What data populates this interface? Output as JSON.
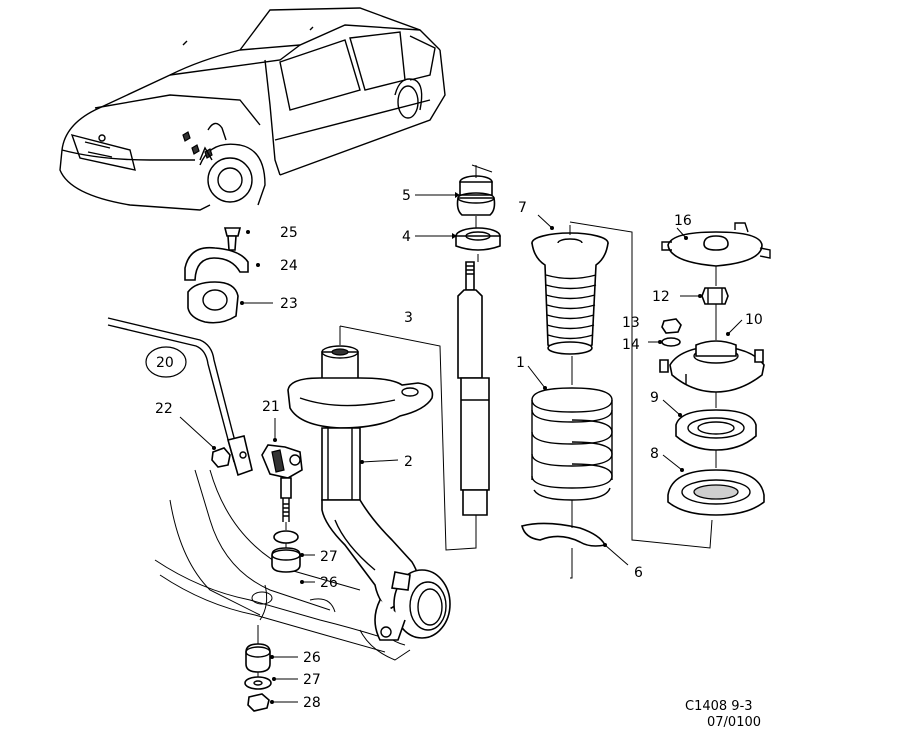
{
  "callouts": {
    "c1": "1",
    "c2": "2",
    "c3": "3",
    "c4": "4",
    "c5": "5",
    "c6": "6",
    "c7": "7",
    "c8": "8",
    "c9": "9",
    "c10": "10",
    "c12": "12",
    "c13": "13",
    "c14": "14",
    "c16": "16",
    "c20": "20",
    "c21": "21",
    "c22": "22",
    "c23": "23",
    "c24": "24",
    "c25": "25",
    "c26a": "26",
    "c27a": "27",
    "c26b": "26",
    "c27b": "27",
    "c28": "28"
  },
  "footer": {
    "code": "C1408 9-3",
    "date": "07/0100"
  }
}
